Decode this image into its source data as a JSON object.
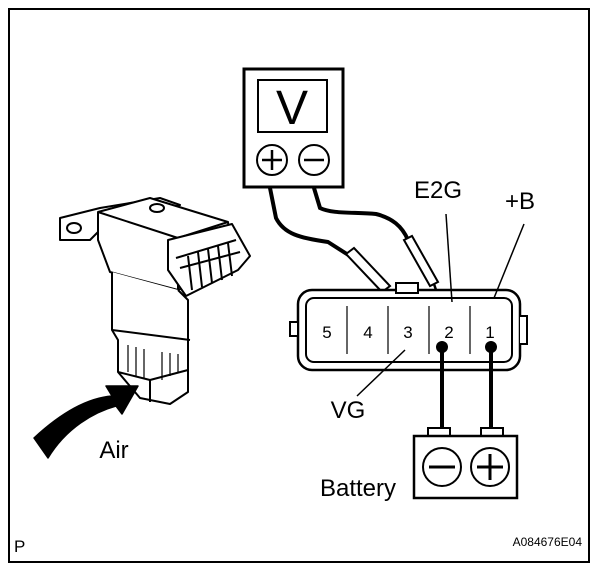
{
  "meter": {
    "display": "V",
    "plus_symbol": "+",
    "minus_symbol": "−"
  },
  "connector": {
    "pins": [
      "5",
      "4",
      "3",
      "2",
      "1"
    ]
  },
  "labels": {
    "e2g": "E2G",
    "plus_b": "+B",
    "vg": "VG",
    "air": "Air",
    "battery": "Battery",
    "corner": "P",
    "code": "A084676E04"
  },
  "battery": {
    "minus_symbol": "−",
    "plus_symbol": "+"
  }
}
